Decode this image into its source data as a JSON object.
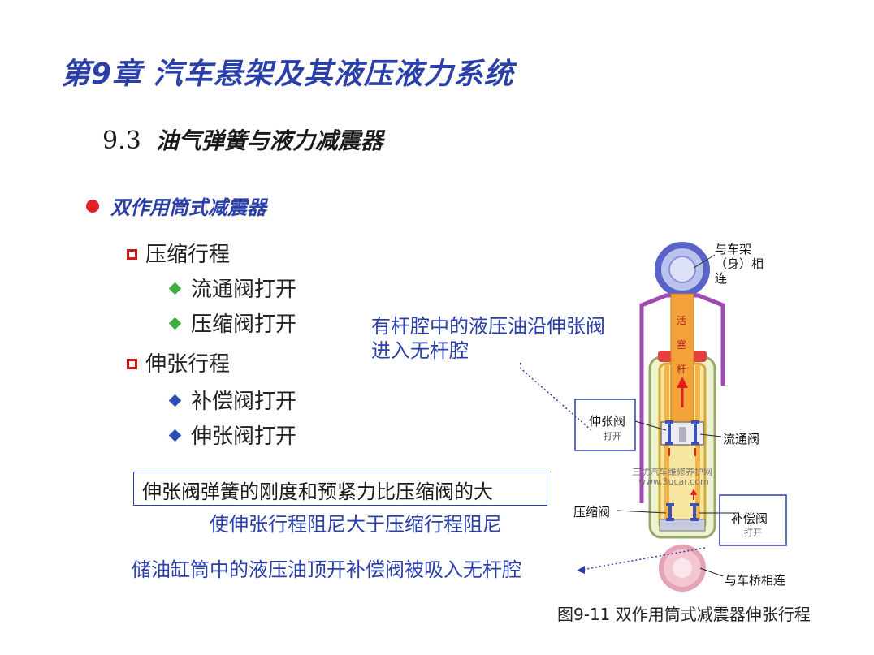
{
  "title": "第9章 汽车悬架及其液压液力系统",
  "subtitle": {
    "number": "9.3",
    "text": "油气弹簧与液力减震器"
  },
  "section": "双作用筒式减震器",
  "outline": {
    "compression": {
      "label": "压缩行程",
      "items": [
        "流通阀打开",
        "压缩阀打开"
      ]
    },
    "extension": {
      "label": "伸张行程",
      "items": [
        "补偿阀打开",
        "伸张阀打开"
      ]
    }
  },
  "annotations": {
    "rod_chamber": "有杆腔中的液压油沿伸张阀进入无杆腔",
    "note_box": "伸张阀弹簧的刚度和预紧力比压缩阀的大",
    "note_follow": "使伸张行程阻尼大于压缩行程阻尼",
    "reservoir": "储油缸筒中的液压油顶开补偿阀被吸入无杆腔"
  },
  "figure": {
    "caption": "图9-11 双作用筒式减震器伸张行程",
    "labels": {
      "frame": "与车架（身）相连",
      "piston_rod": [
        "活",
        "塞",
        "杆"
      ],
      "extension_valve": "伸张阀",
      "extension_valve_state": "打开",
      "flow_valve": "流通阀",
      "compression_valve": "压缩阀",
      "compensation_valve": "补偿阀",
      "compensation_valve_state": "打开",
      "axle": "与车桥相连",
      "watermark_1": "三优汽车维修养护网",
      "watermark_2": "www.3ucar.com"
    }
  },
  "colors": {
    "title": "#2a3fa8",
    "bullet": "#e0202a",
    "diamond_green": "#3fae3f",
    "diamond_blue": "#2f4fb0"
  }
}
